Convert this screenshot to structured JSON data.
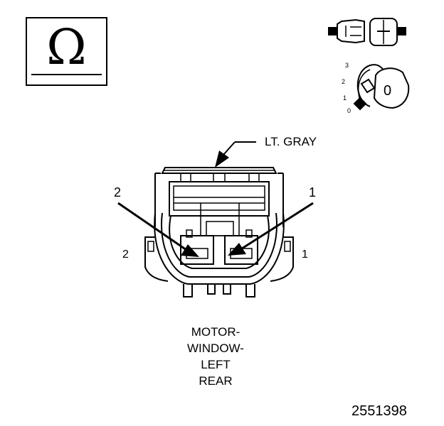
{
  "symbol": {
    "name": "ohm-meter-symbol",
    "glyph": "Ω"
  },
  "callout": {
    "color_label": "LT. GRAY"
  },
  "pins": {
    "top_left": "2",
    "top_right": "1",
    "side_left": "2",
    "side_right": "1"
  },
  "key_positions": [
    "3",
    "2",
    "1",
    "0"
  ],
  "key_value": "0",
  "caption": [
    "MOTOR-",
    "WINDOW-",
    "LEFT",
    "REAR"
  ],
  "figure_number": "2551398",
  "colors": {
    "line": "#000000",
    "background": "#ffffff"
  }
}
